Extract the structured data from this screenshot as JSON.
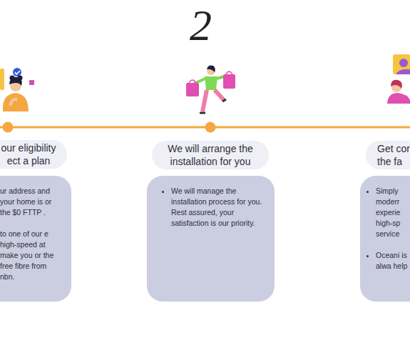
{
  "diagram": {
    "nodes": [
      {
        "text": [
          "our eligibility ect a plan"
        ]
      },
      {
        "text": [
          "ur address and your home is or the $0 FTTP .",
          "to one of our e high-speed at make you or the free fibre from nbn."
        ]
      },
      {
        "text": [
          "We will arrange the installation for you"
        ]
      },
      {
        "text": [
          "We will manage the installation process for you. Rest assured, your satisfaction is our priority."
        ]
      },
      {
        "text": [
          "Get cor the fa"
        ]
      },
      {
        "text": [
          "Simply moderr experie high-sp service",
          "Oceani is alwa help"
        ]
      }
    ],
    "labels": [
      "2"
    ]
  }
}
